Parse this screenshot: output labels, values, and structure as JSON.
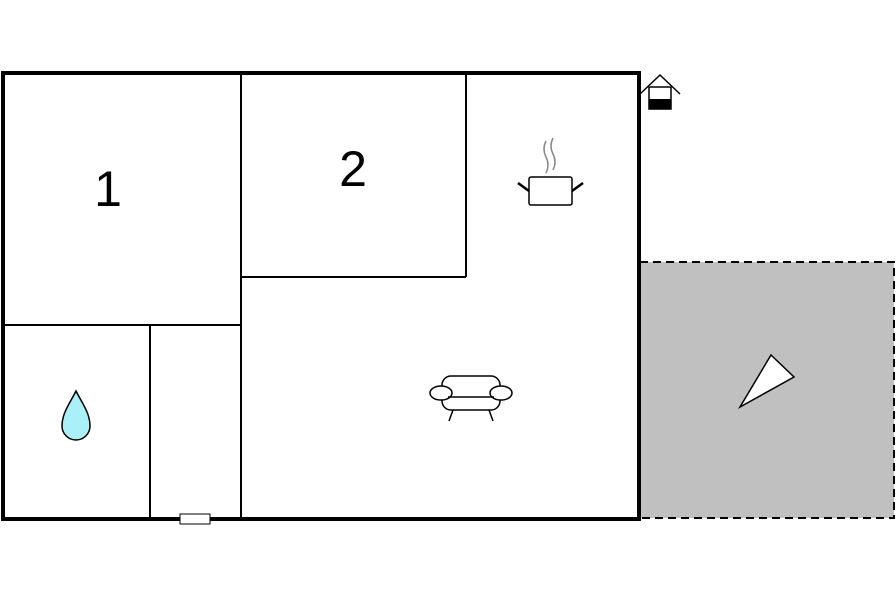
{
  "floorplan": {
    "rooms": [
      {
        "id": "bedroom-1",
        "label": "1"
      },
      {
        "id": "bedroom-2",
        "label": "2"
      }
    ],
    "symbols": [
      "bathroom-water-drop-icon",
      "kitchen-pot-icon",
      "living-room-sofa-icon",
      "terrace-sun-parasol-icon",
      "house-entrance-icon"
    ],
    "colors": {
      "wall": "#000000",
      "terrace_fill": "#c0c0c0",
      "water_drop": "#aaf0f8",
      "background": "#ffffff"
    }
  }
}
